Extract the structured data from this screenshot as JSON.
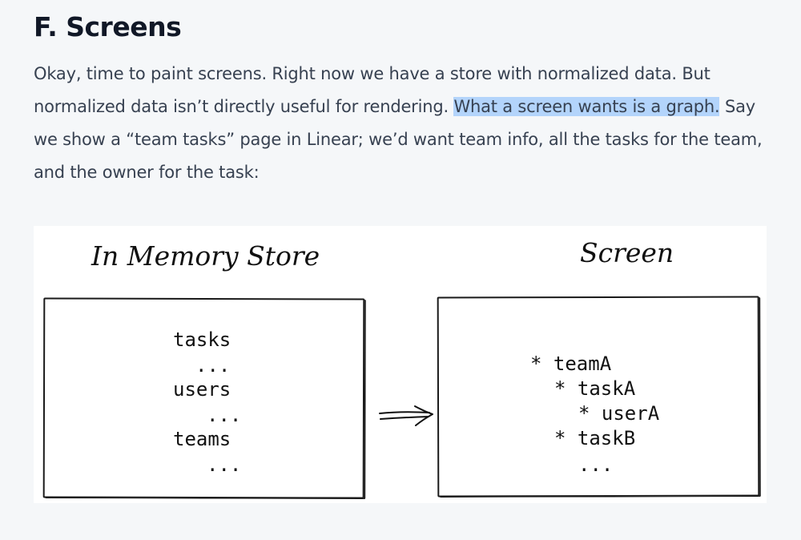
{
  "heading": "F. Screens",
  "paragraph": {
    "before": "Okay, time to paint screens. Right now we have a store with normalized data. But normalized data isn’t directly useful for rendering. ",
    "highlight": "What a screen wants is a graph.",
    "after": " Say we show a “team tasks” page in Linear; we’d want team info, all the tasks for the team, and the owner for the task:"
  },
  "figure": {
    "store_label": "In Memory Store",
    "screen_label": "Screen",
    "store_items": [
      {
        "text": "tasks"
      },
      {
        "text": "..."
      },
      {
        "text": "users"
      },
      {
        "text": "..."
      },
      {
        "text": "teams"
      },
      {
        "text": "..."
      }
    ],
    "screen_items": [
      {
        "text": "* teamA"
      },
      {
        "text": "* taskA"
      },
      {
        "text": "* userA"
      },
      {
        "text": "* taskB"
      },
      {
        "text": "..."
      }
    ],
    "arrow_icon": "right-arrow-icon"
  }
}
